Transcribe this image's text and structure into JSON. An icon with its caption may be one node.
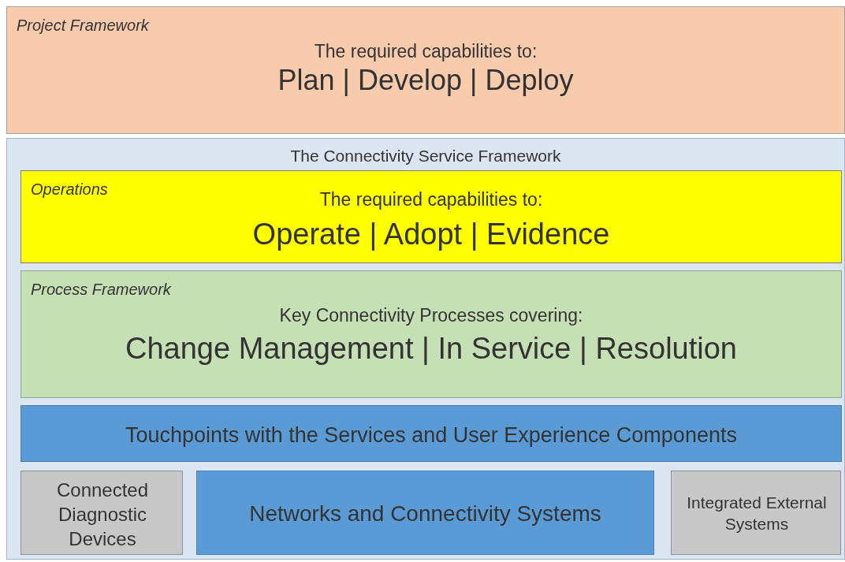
{
  "diagram": {
    "nodes": [
      {
        "text": [
          "Project Framework",
          "The required capabilities to:",
          "Plan | Develop | Deploy"
        ]
      },
      {
        "text": [
          "The Connectivity Service Framework"
        ]
      },
      {
        "text": [
          "Operations",
          "The required capabilities to:",
          "Operate | Adopt | Evidence"
        ],
        "in": 1
      },
      {
        "text": [
          "Process Framework",
          "Key Connectivity Processes covering:",
          "Change Management | In Service | Resolution"
        ],
        "in": 1
      },
      {
        "text": [
          "Touchpoints with the Services and User Experience Components"
        ],
        "in": 1
      },
      {
        "text": [
          "Connected Diagnostic Devices"
        ],
        "in": 1
      },
      {
        "text": [
          "Networks and Connectivity Systems"
        ],
        "in": 1
      },
      {
        "text": [
          "Integrated External Systems"
        ],
        "in": 1
      }
    ]
  }
}
